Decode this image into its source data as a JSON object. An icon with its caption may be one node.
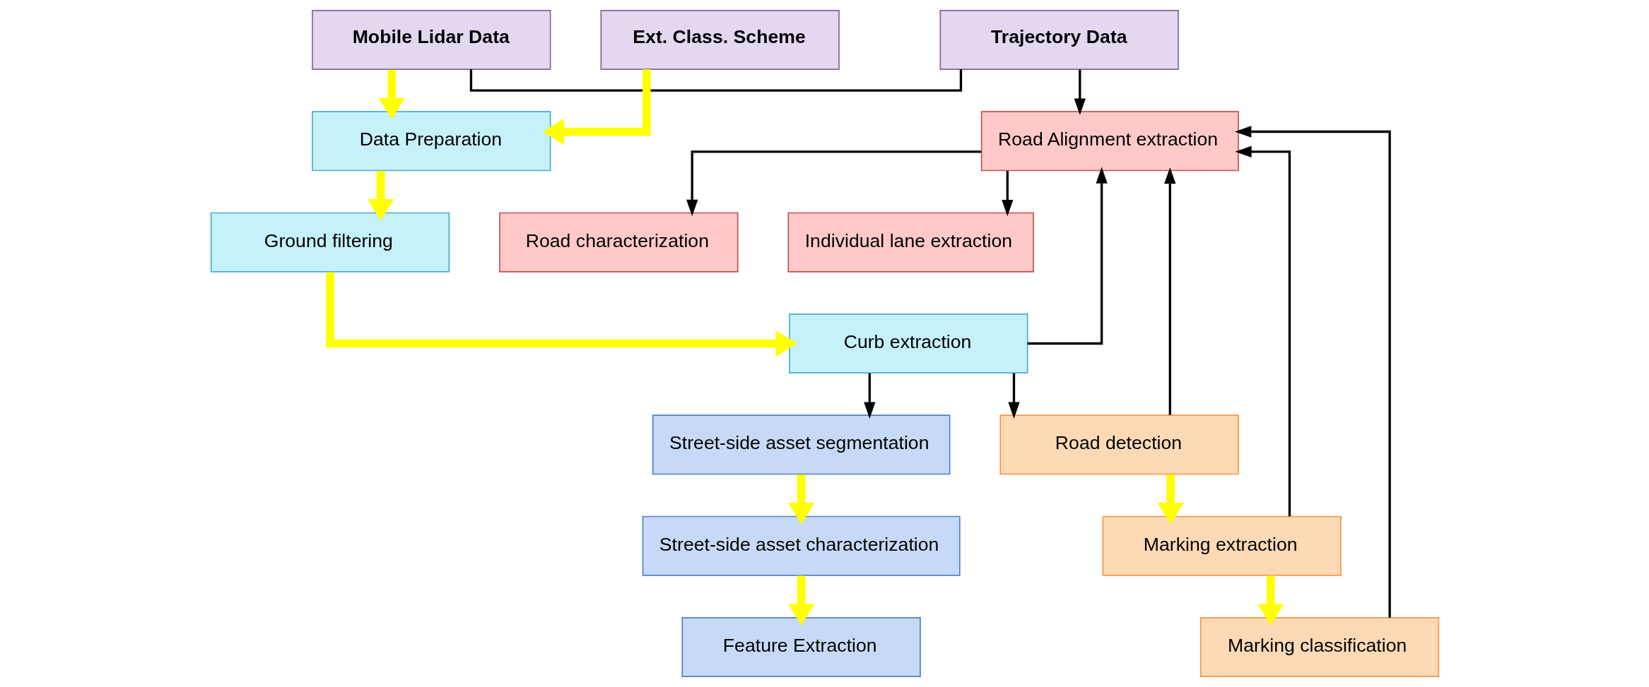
{
  "diagram": {
    "nodes": [
      {
        "text": [
          "Mobile Lidar Data"
        ]
      },
      {
        "text": [
          "Ext. Class. Scheme"
        ]
      },
      {
        "text": [
          "Trajectory Data"
        ]
      },
      {
        "text": [
          "Data Preparation"
        ]
      },
      {
        "text": [
          "Ground filtering"
        ]
      },
      {
        "text": [
          "Curb extraction"
        ]
      },
      {
        "text": [
          "Road Alignment extraction"
        ]
      },
      {
        "text": [
          "Road characterization"
        ]
      },
      {
        "text": [
          "Individual lane extraction"
        ]
      },
      {
        "text": [
          "Street-side asset segmentation"
        ]
      },
      {
        "text": [
          "Street-side asset characterization"
        ]
      },
      {
        "text": [
          "Feature Extraction"
        ]
      },
      {
        "text": [
          "Road detection"
        ]
      },
      {
        "text": [
          "Marking extraction"
        ]
      },
      {
        "text": [
          "Marking classification"
        ]
      }
    ],
    "edges": [
      {
        "from": 0,
        "to": 2,
        "arrow": "none"
      },
      {
        "from": 0,
        "to": 3,
        "arrow": "to",
        "style": "thick",
        "color": "#ffff00"
      },
      {
        "from": 1,
        "to": 3,
        "arrow": "to",
        "style": "thick",
        "color": "#ffff00"
      },
      {
        "from": 3,
        "to": 4,
        "arrow": "to",
        "style": "thick",
        "color": "#ffff00"
      },
      {
        "from": 4,
        "to": 5,
        "arrow": "to",
        "style": "thick",
        "color": "#ffff00"
      },
      {
        "from": 2,
        "to": 6,
        "arrow": "to"
      },
      {
        "from": 5,
        "to": 6,
        "arrow": "to"
      },
      {
        "from": 12,
        "to": 6,
        "arrow": "to"
      },
      {
        "from": 13,
        "to": 6,
        "arrow": "to"
      },
      {
        "from": 14,
        "to": 6,
        "arrow": "to"
      },
      {
        "from": 6,
        "to": 7,
        "arrow": "to"
      },
      {
        "from": 6,
        "to": 8,
        "arrow": "to"
      },
      {
        "from": 5,
        "to": 9,
        "arrow": "to"
      },
      {
        "from": 5,
        "to": 12,
        "arrow": "to"
      },
      {
        "from": 9,
        "to": 10,
        "arrow": "to",
        "style": "thick",
        "color": "#ffff00"
      },
      {
        "from": 10,
        "to": 11,
        "arrow": "to",
        "style": "thick",
        "color": "#ffff00"
      },
      {
        "from": 12,
        "to": 13,
        "arrow": "to",
        "style": "thick",
        "color": "#ffff00"
      },
      {
        "from": 13,
        "to": 14,
        "arrow": "to",
        "style": "thick",
        "color": "#ffff00"
      }
    ]
  }
}
